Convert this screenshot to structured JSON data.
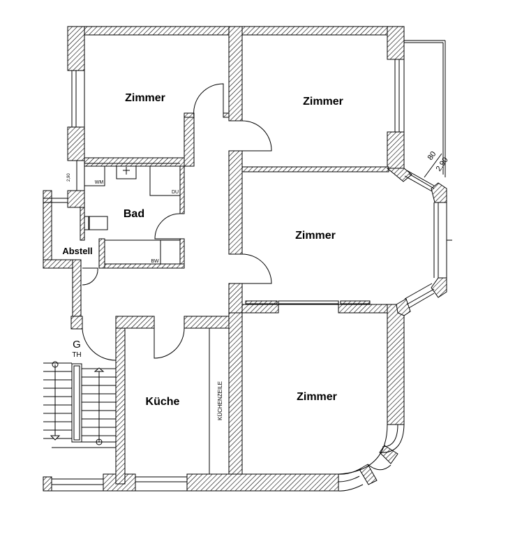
{
  "rooms": {
    "zimmer_top_left": "Zimmer",
    "zimmer_top_right": "Zimmer",
    "zimmer_middle_right": "Zimmer",
    "zimmer_bottom_right": "Zimmer",
    "bad": "Bad",
    "abstell": "Abstell",
    "kueche": "Küche"
  },
  "fixtures": {
    "wm": "WM",
    "du": "DU",
    "bw": "BW",
    "kuechenzeile": "KÜCHENZEILE"
  },
  "stair": {
    "g": "G",
    "th": "TH"
  },
  "dimensions": {
    "d1": "80",
    "d2": "2,90",
    "d3": "2,90"
  }
}
